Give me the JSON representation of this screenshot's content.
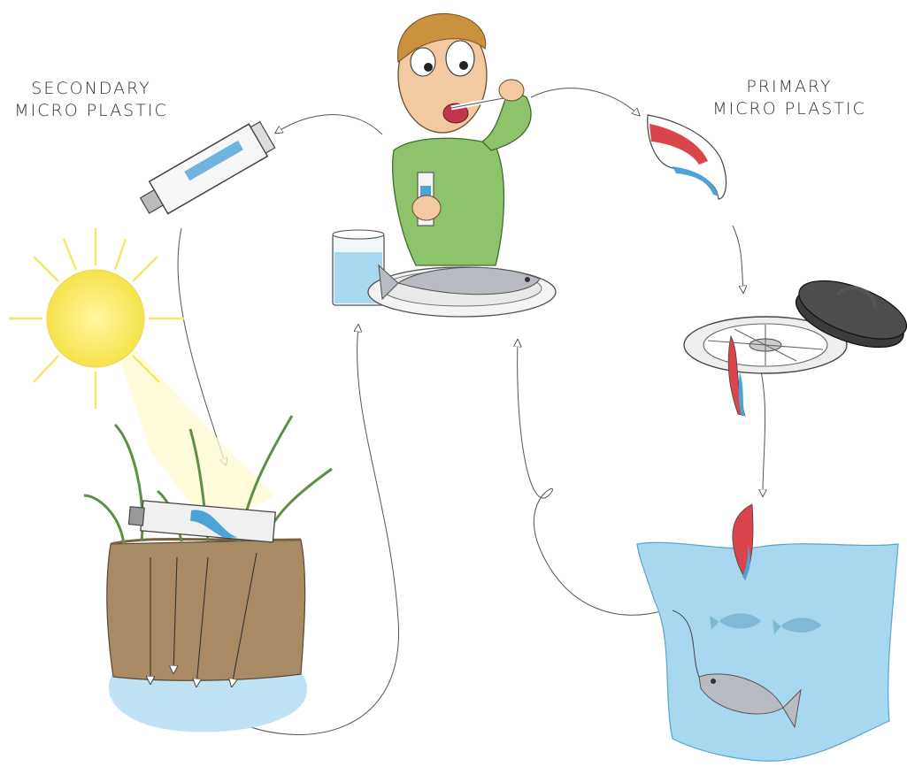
{
  "labels": {
    "secondary": {
      "line1": "SECONDARY",
      "line2": "MICRO PLASTIC"
    },
    "primary": {
      "line1": "PRIMARY",
      "line2": "MICRO PLASTIC"
    }
  },
  "colors": {
    "shirt": "#8dc46b",
    "skin": "#f2c9a0",
    "hair": "#c9923f",
    "water": "#a8d8f0",
    "soil": "#a88a64",
    "sun": "#fff27a",
    "plastic_red": "#d9454a",
    "plastic_blue": "#4ea3d6",
    "lid": "#3c3c3c"
  }
}
